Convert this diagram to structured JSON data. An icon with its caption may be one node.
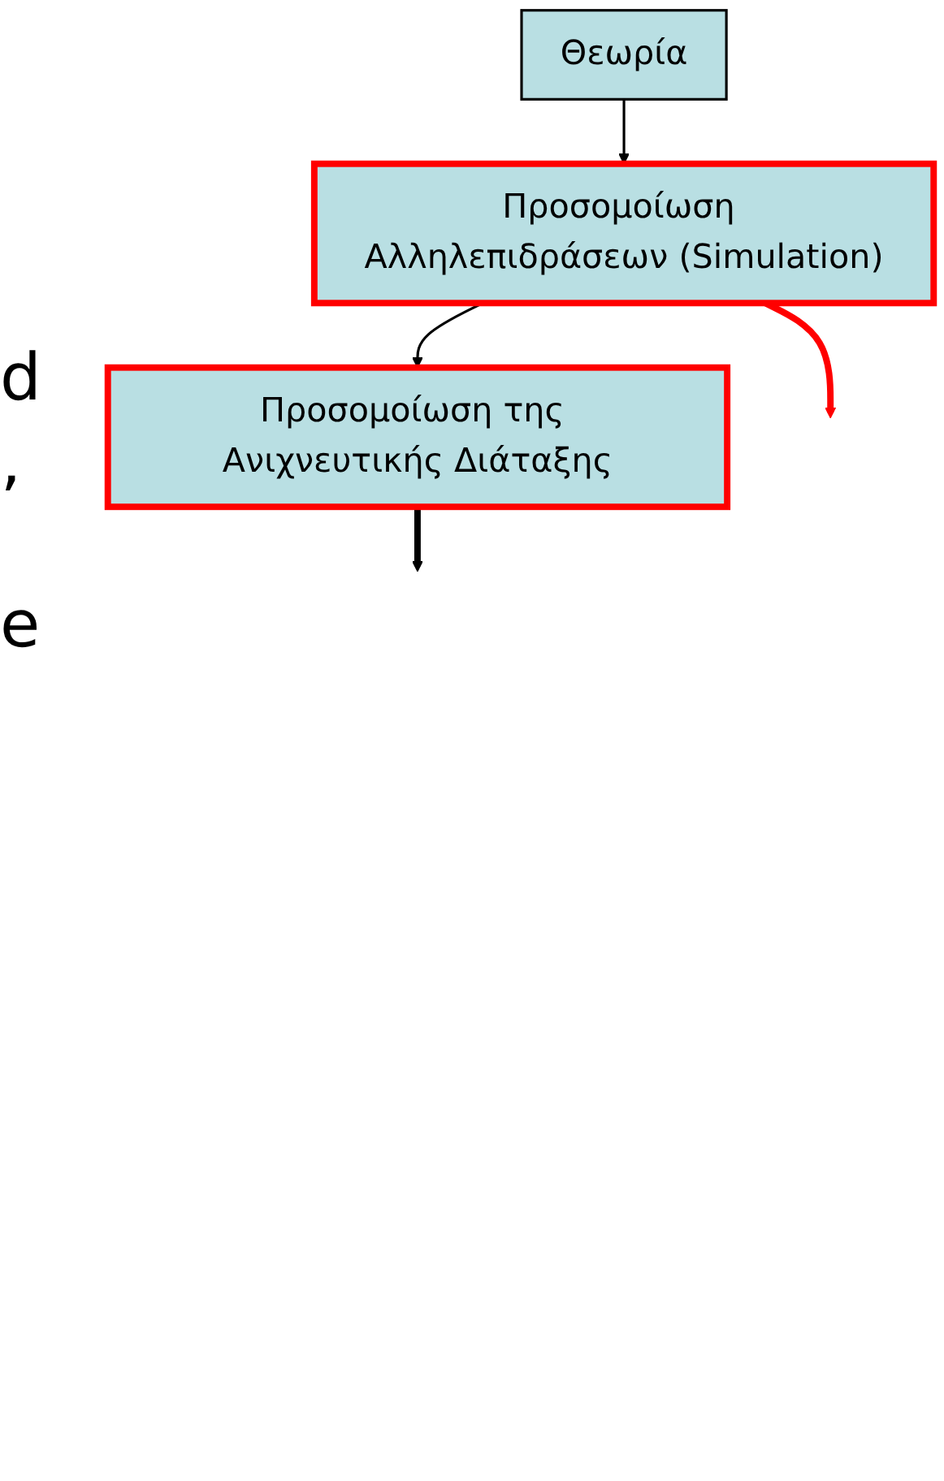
{
  "diagram": {
    "nodes": [
      {
        "text": [
          "Θεωρία"
        ]
      },
      {
        "text": [
          "Προσομοίωση Αλληλεπιδράσεων (Simulation)"
        ]
      },
      {
        "text": [
          "Προσομοίωση της Ανιχνευτικής Διάταξης"
        ]
      }
    ],
    "edges": [
      {
        "from": 0,
        "to": 1,
        "arrow": "to"
      },
      {
        "from": 1,
        "to": null,
        "arrow": "to",
        "style": "thick",
        "color": "#ff0000"
      },
      {
        "from": 1,
        "to": 2,
        "arrow": "to"
      },
      {
        "from": 2,
        "to": null,
        "arrow": "to",
        "style": "thick"
      }
    ],
    "labels": [
      "d",
      "’",
      "e"
    ]
  }
}
